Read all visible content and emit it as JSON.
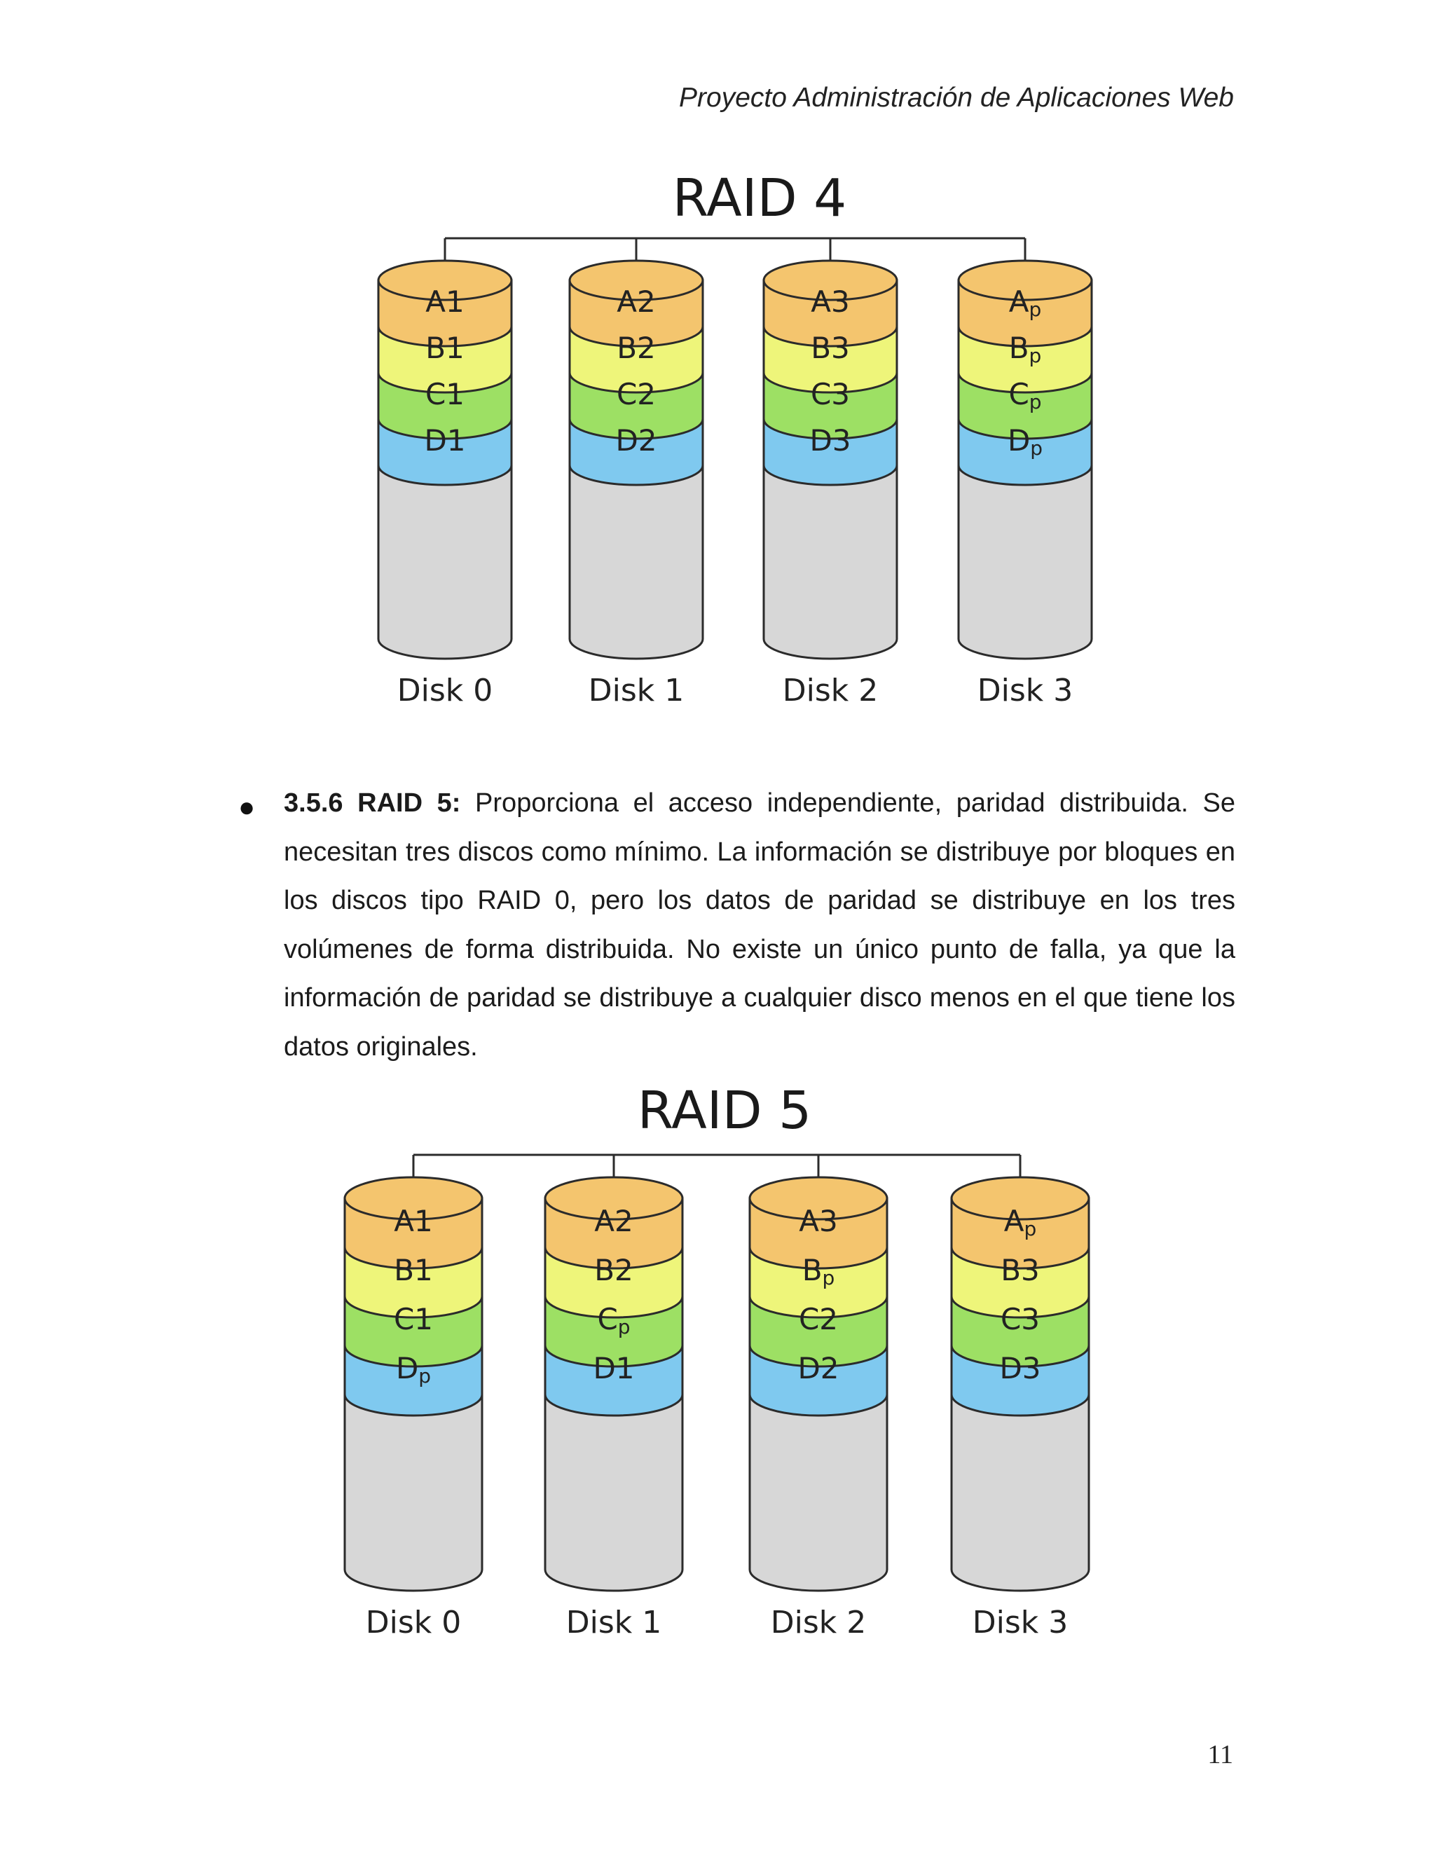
{
  "header": "Proyecto Administración de Aplicaciones Web",
  "page_number": "11",
  "paragraph": {
    "heading": "3.5.6 RAID 5:",
    "text": " Proporciona el acceso independiente, paridad distribuida. Se necesitan tres discos como mínimo. La información se distribuye por bloques en los discos tipo RAID 0, pero los datos de paridad se distribuye en los tres volúmenes de forma distribuida. No existe un único punto de falla, ya que la información de paridad se distribuye a cualquier disco menos en el que tiene los datos originales."
  },
  "colors": {
    "row_A": "#f4c56e",
    "row_B": "#eef57a",
    "row_C": "#9de064",
    "row_D": "#7fc9ef",
    "body": "#d7d7d7",
    "outline": "#2b2b2b"
  },
  "raid4": {
    "title": "RAID 4",
    "disks": [
      {
        "label": "Disk 0",
        "blocks": [
          [
            "A",
            "1"
          ],
          [
            "B",
            "1"
          ],
          [
            "C",
            "1"
          ],
          [
            "D",
            "1"
          ]
        ]
      },
      {
        "label": "Disk 1",
        "blocks": [
          [
            "A",
            "2"
          ],
          [
            "B",
            "2"
          ],
          [
            "C",
            "2"
          ],
          [
            "D",
            "2"
          ]
        ]
      },
      {
        "label": "Disk 2",
        "blocks": [
          [
            "A",
            "3"
          ],
          [
            "B",
            "3"
          ],
          [
            "C",
            "3"
          ],
          [
            "D",
            "3"
          ]
        ]
      },
      {
        "label": "Disk 3",
        "blocks": [
          [
            "A",
            "p"
          ],
          [
            "B",
            "p"
          ],
          [
            "C",
            "p"
          ],
          [
            "D",
            "p"
          ]
        ]
      }
    ]
  },
  "raid5": {
    "title": "RAID 5",
    "disks": [
      {
        "label": "Disk 0",
        "blocks": [
          [
            "A",
            "1"
          ],
          [
            "B",
            "1"
          ],
          [
            "C",
            "1"
          ],
          [
            "D",
            "p"
          ]
        ]
      },
      {
        "label": "Disk 1",
        "blocks": [
          [
            "A",
            "2"
          ],
          [
            "B",
            "2"
          ],
          [
            "C",
            "p"
          ],
          [
            "D",
            "1"
          ]
        ]
      },
      {
        "label": "Disk 2",
        "blocks": [
          [
            "A",
            "3"
          ],
          [
            "B",
            "p"
          ],
          [
            "C",
            "2"
          ],
          [
            "D",
            "2"
          ]
        ]
      },
      {
        "label": "Disk 3",
        "blocks": [
          [
            "A",
            "p"
          ],
          [
            "B",
            "3"
          ],
          [
            "C",
            "3"
          ],
          [
            "D",
            "3"
          ]
        ]
      }
    ]
  }
}
